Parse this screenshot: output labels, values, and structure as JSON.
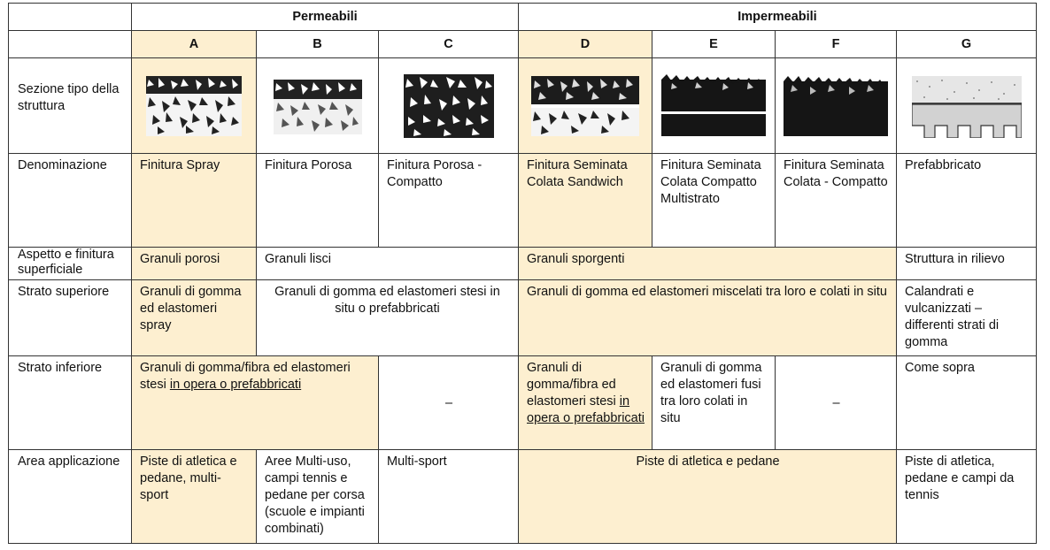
{
  "groups": {
    "permeable": "Permeabili",
    "impermeable": "Impermeabili"
  },
  "letters": [
    "A",
    "B",
    "C",
    "D",
    "E",
    "F",
    "G"
  ],
  "rows": {
    "sezione": {
      "label": "Sezione tipo della struttura"
    },
    "denominazione": {
      "label": "Denominazione",
      "A": "Finitura Spray",
      "B": "Finitura Porosa",
      "C": "Finitura Porosa - Compatto",
      "D": "Finitura Seminata Colata Sandwich",
      "E": "Finitura Seminata Colata Compatto Multistrato",
      "F": "Finitura Seminata Colata - Compatto",
      "G": "Prefabbricato"
    },
    "aspetto": {
      "label": "Aspetto e finitura superficiale",
      "A": "Granuli porosi",
      "BC": "Granuli lisci",
      "DEF": "Granuli sporgenti",
      "G": "Struttura in rilievo"
    },
    "superiore": {
      "label": "Strato superiore",
      "A": "Granuli di gomma ed elastomeri spray",
      "BC": "Granuli di gomma ed elastomeri stesi in situ o prefabbricati",
      "DEF": "Granuli di gomma ed elastomeri miscelati tra loro e colati in situ",
      "G": "Calandrati e vulcanizzati – differenti strati di gomma"
    },
    "inferiore": {
      "label": "Strato inferiore",
      "AB_text": "Granuli di gomma/fibra ed elastomeri stesi",
      "AB_underlined": "in opera o prefabbricati",
      "C": "–",
      "D_text": "Granuli di gomma/fibra ed elastomeri stesi",
      "D_underlined": "in opera o prefabbricati",
      "E": "Granuli di gomma ed elastomeri fusi tra loro colati in situ",
      "F": "–",
      "G": "Come sopra"
    },
    "area": {
      "label": "Area applicazione",
      "A": "Piste di atletica e pedane, multi-sport",
      "B": "Aree Multi-uso, campi tennis e pedane per corsa (scuole e impianti combinati)",
      "C": "Multi-sport",
      "DEF": "Piste di atletica e pedane",
      "G": "Piste di atletica, pedane e campi da tennis"
    }
  },
  "colors": {
    "highlight": "#fdefd0",
    "border": "#333333"
  }
}
